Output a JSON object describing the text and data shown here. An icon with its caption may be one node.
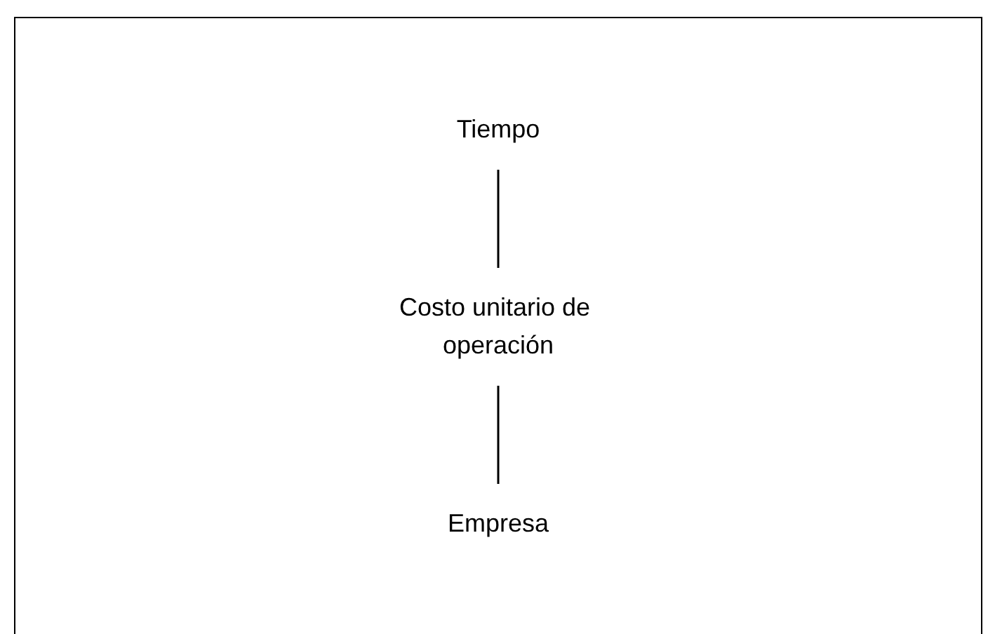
{
  "diagram": {
    "nodes": [
      {
        "text": [
          "Tiempo"
        ]
      },
      {
        "text": [
          "Costo unitario de operación"
        ]
      },
      {
        "text": [
          "Empresa"
        ]
      }
    ],
    "edges": [
      {
        "from": 0,
        "to": 1,
        "arrow": "none"
      },
      {
        "from": 1,
        "to": 2,
        "arrow": "none"
      }
    ]
  }
}
